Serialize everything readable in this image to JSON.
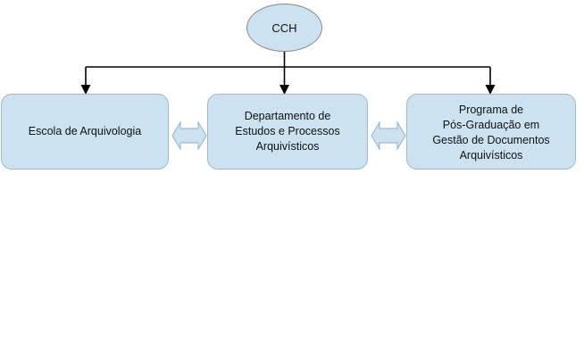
{
  "diagram": {
    "type": "organizational-tree",
    "title_text": "CCH",
    "colors": {
      "node_fill": "#cce2f0",
      "node_border": "#9fb9cc",
      "root_border": "#8a8a8a",
      "connector": "#000000",
      "arrow_fill": "#cce2f0",
      "arrow_border": "#9fb9cc",
      "background": "#ffffff"
    },
    "root": {
      "id": "cch",
      "label": "CCH",
      "shape": "ellipse"
    },
    "children": [
      {
        "id": "escola-arquivologia",
        "label": "Escola de Arquivologia",
        "shape": "rounded-rectangle"
      },
      {
        "id": "departamento-estudos-processos",
        "label": "Departamento de\nEstudos e Processos\nArquivísticos",
        "shape": "rounded-rectangle"
      },
      {
        "id": "programa-pos-graduacao",
        "label": "Programa de\nPós-Graduação em\nGestão de Documentos\nArquivísticos",
        "shape": "rounded-rectangle",
        "text_clipped": "true"
      }
    ],
    "connections": [
      {
        "id": "cch-to-escola",
        "from": "cch",
        "to": "escola-arquivologia",
        "style": "elbow-line-with-arrowhead",
        "direction": "one-way-down"
      },
      {
        "id": "cch-to-departamento",
        "from": "cch",
        "to": "departamento-estudos-processos",
        "style": "straight-line-with-arrowhead",
        "direction": "one-way-down"
      },
      {
        "id": "cch-to-programa",
        "from": "cch",
        "to": "programa-pos-graduacao",
        "style": "elbow-line-with-arrowhead",
        "direction": "one-way-down"
      },
      {
        "id": "escola-departamento-link",
        "from": "escola-arquivologia",
        "to": "departamento-estudos-processos",
        "style": "block-arrow",
        "direction": "bidirectional"
      },
      {
        "id": "departamento-programa-link",
        "from": "departamento-estudos-processos",
        "to": "programa-pos-graduacao",
        "style": "block-arrow",
        "direction": "bidirectional"
      }
    ]
  }
}
